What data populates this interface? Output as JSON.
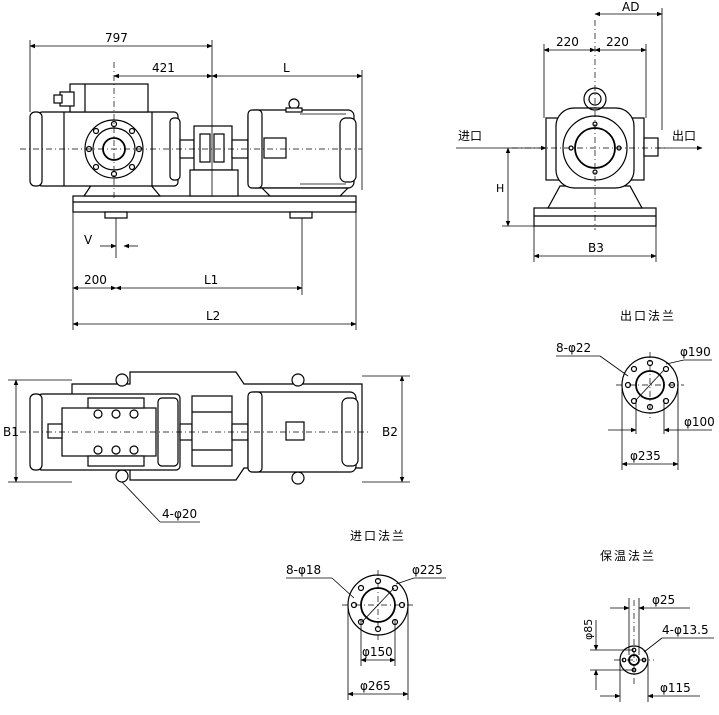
{
  "front_view": {
    "dim_797": "797",
    "dim_421": "421",
    "dim_L": "L",
    "dim_V": "V",
    "dim_200": "200",
    "dim_L1": "L1",
    "dim_L2": "L2"
  },
  "side_view": {
    "dim_AD": "AD",
    "dim_220_left": "220",
    "dim_220_right": "220",
    "label_inlet": "进口",
    "label_outlet": "出口",
    "dim_H": "H",
    "dim_B3": "B3"
  },
  "top_view": {
    "dim_B1": "B1",
    "dim_B2": "B2",
    "holes_label": "4-φ20"
  },
  "outlet_flange": {
    "title": "出口法兰",
    "holes": "8-φ22",
    "d_bolt_circle": "φ190",
    "d_bore": "φ100",
    "d_outer": "φ235"
  },
  "inlet_flange": {
    "title": "进口法兰",
    "holes": "8-φ18",
    "d_bolt_circle": "φ225",
    "d_bore": "φ150",
    "d_outer": "φ265"
  },
  "insulation_flange": {
    "title": "保温法兰",
    "d_top": "φ25",
    "dim_vertical": "φ85",
    "holes": "4-φ13.5",
    "d_outer": "φ115"
  }
}
